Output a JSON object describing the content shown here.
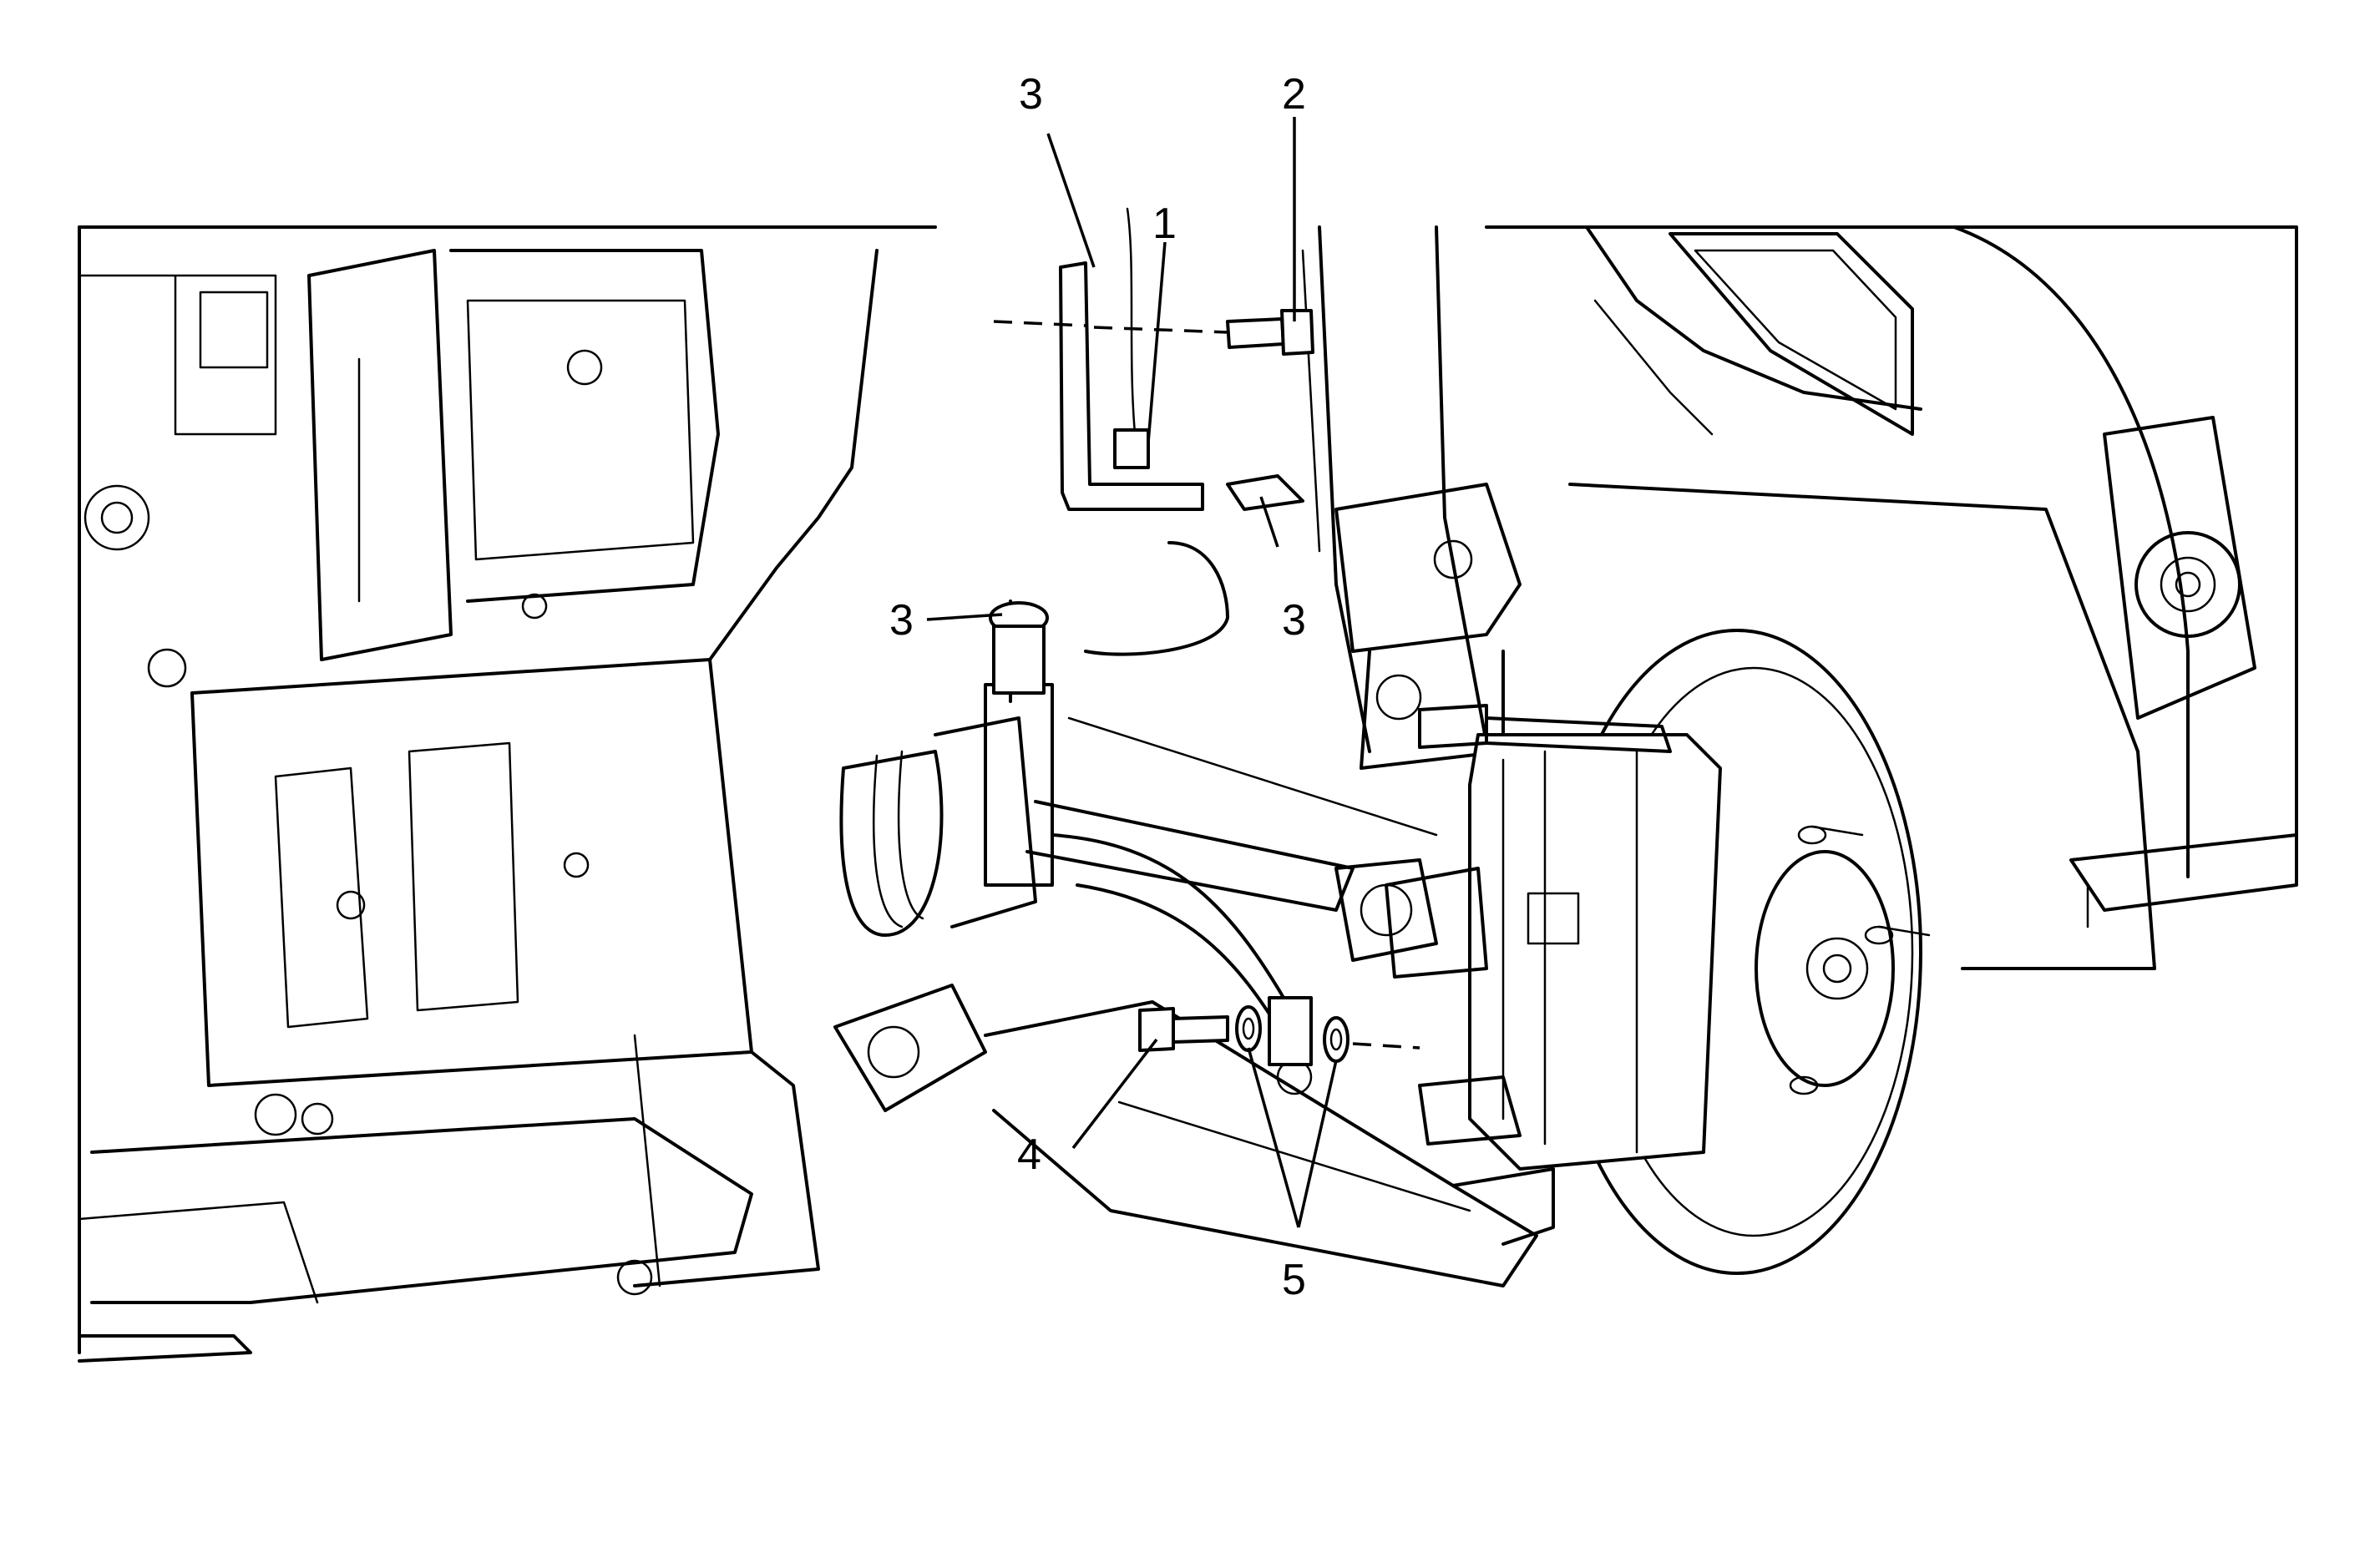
{
  "callouts": [
    {
      "id": "c1",
      "text": "1"
    },
    {
      "id": "c2",
      "text": "2"
    },
    {
      "id": "c3a",
      "text": "3"
    },
    {
      "id": "c3b",
      "text": "3"
    },
    {
      "id": "c3c",
      "text": "3"
    },
    {
      "id": "c4",
      "text": "4"
    },
    {
      "id": "c5",
      "text": "5"
    }
  ]
}
